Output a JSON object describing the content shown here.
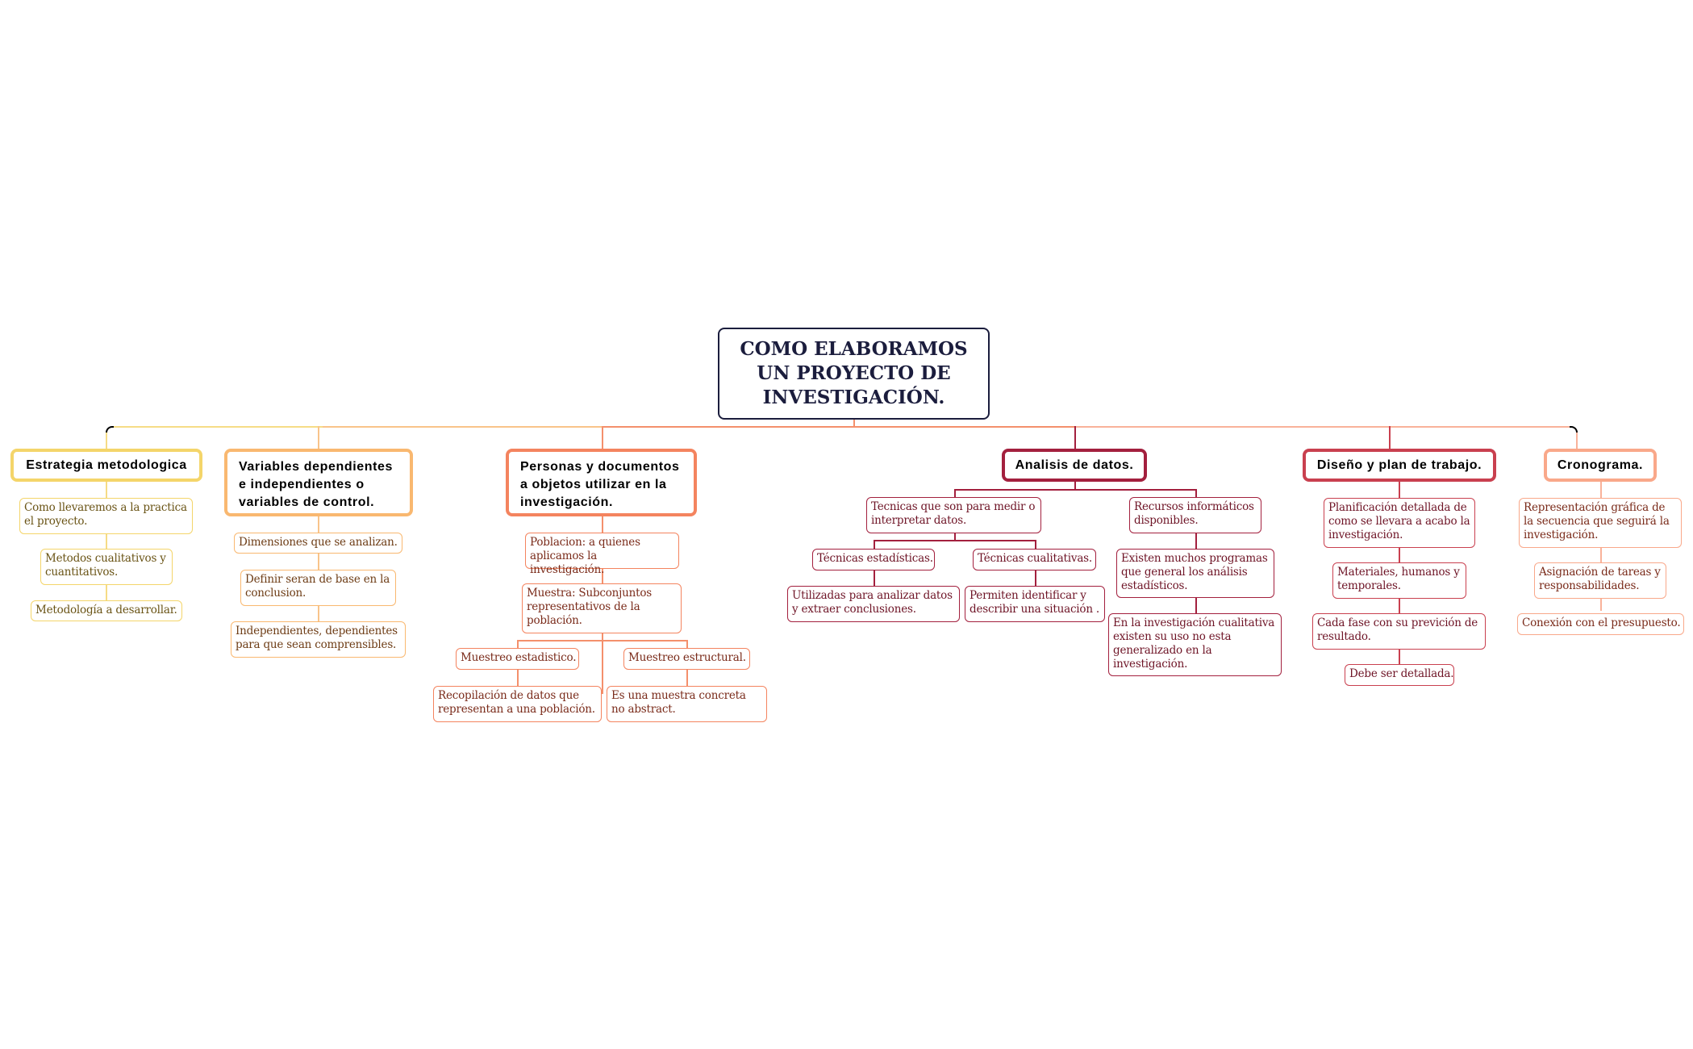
{
  "root": {
    "title": "COMO ELABORAMOS UN PROYECTO DE INVESTIGACIÓN.",
    "lines": [
      "COMO ELABORAMOS",
      "UN PROYECTO DE",
      "INVESTIGACIÓN."
    ]
  },
  "branches": [
    {
      "title": "Estrategia metodologica",
      "color": "#f4d56a",
      "children": [
        "Como llevaremos a la practica el proyecto.",
        "Metodos cualitativos y cuantitativos.",
        "Metodología a desarrollar."
      ]
    },
    {
      "title": "Variables dependientes e independientes o variables de control.",
      "color": "#f9b870",
      "children": [
        "Dimensiones que se analizan.",
        "Definir seran de base en la conclusion.",
        "Independientes, dependientes para que sean comprensibles."
      ]
    },
    {
      "title": "Personas y documentos a objetos utilizar en la investigación.",
      "color": "#f4845f",
      "children": [
        "Poblacion: a quienes aplicamos la investigación.",
        "Muestra: Subconjuntos representativos de la población."
      ],
      "sub_branches": [
        {
          "title": "Muestreo estadistico.",
          "child": "Recopilación de datos que representan a una población."
        },
        {
          "title": "Muestreo estructural.",
          "child": "Es una muestra concreta no abstract."
        }
      ]
    },
    {
      "title": "Analisis de datos.",
      "color": "#a3203e",
      "left": {
        "title": "Tecnicas que son para medir o interpretar datos.",
        "sub_branches": [
          {
            "title": "Técnicas estadísticas.",
            "child": "Utilizadas para analizar datos y extraer conclusiones."
          },
          {
            "title": "Técnicas cualitativas.",
            "child": "Permiten identificar y describir una situación ."
          }
        ]
      },
      "right": {
        "title": "Recursos informáticos disponibles.",
        "children": [
          "Existen muchos programas que general los análisis estadísticos.",
          "En la investigación cualitativa existen su uso no esta generalizado en la investigación."
        ]
      }
    },
    {
      "title": "Diseño y plan de trabajo.",
      "color": "#c9404f",
      "children": [
        "Planificación detallada de como se llevara a acabo la investigación.",
        "Materiales, humanos y temporales.",
        "Cada fase con su previción  de resultado.",
        "Debe ser detallada."
      ]
    },
    {
      "title": "Cronograma.",
      "color": "#f9a88a",
      "children": [
        "Representación gráfica de la secuencia que seguirá la investigación.",
        "Asignación de tareas y responsabilidades.",
        "Conexión con el presupuesto."
      ]
    }
  ]
}
